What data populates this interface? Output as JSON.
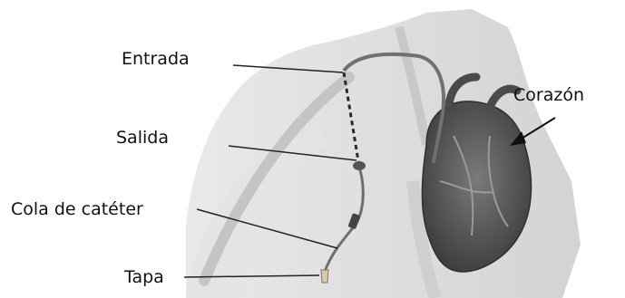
{
  "labels": {
    "entrada": "Entrada",
    "salida": "Salida",
    "cola": "Cola de catéter",
    "tapa": "Tapa",
    "corazon": "Corazón"
  },
  "colors": {
    "body": "#d9d9d9",
    "heart": "#5a5a5a",
    "vessel": "#b0b0b0",
    "catheter": "#6e6e6e",
    "leader_line": "#222222"
  }
}
